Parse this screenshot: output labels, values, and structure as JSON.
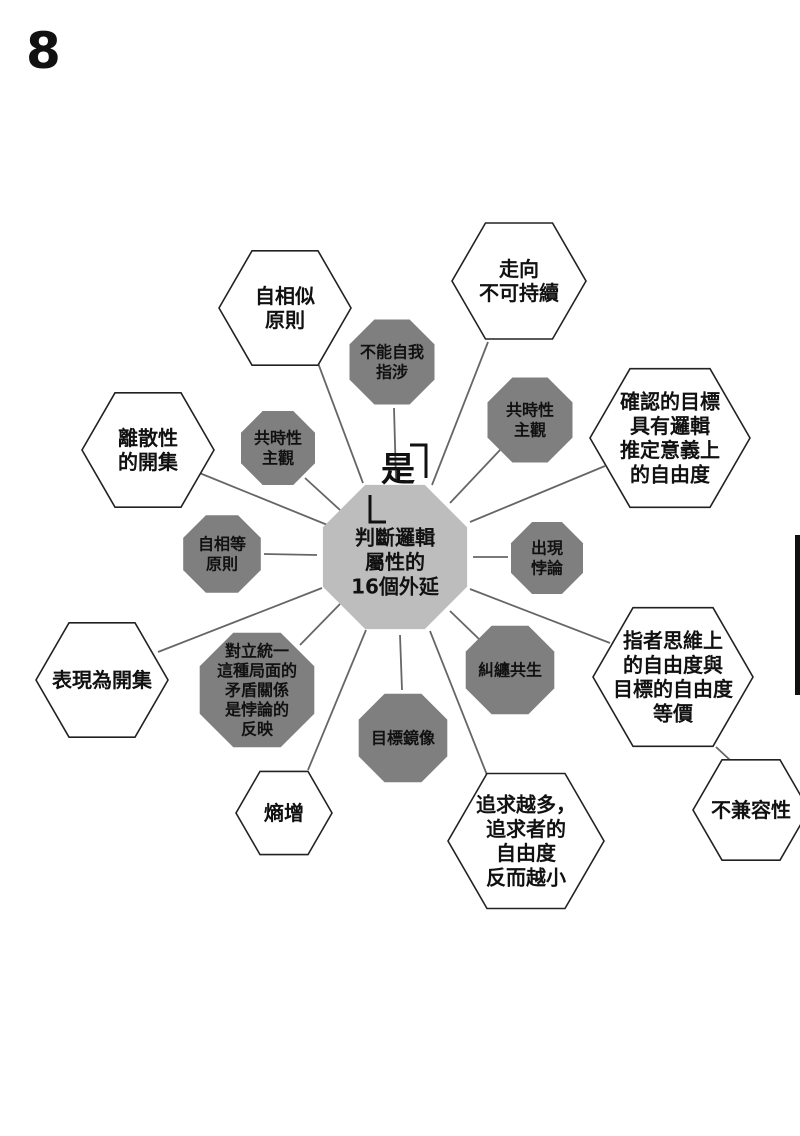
{
  "page_number": "8",
  "center": {
    "quote_char": "是",
    "lines": [
      "判斷邏輯",
      "屬性的",
      "16個外延"
    ]
  },
  "nodes": [
    {
      "id": "zixiangsi",
      "shape": "hexagon",
      "lines": [
        "自相似",
        "原則"
      ]
    },
    {
      "id": "zouxiang",
      "shape": "hexagon",
      "lines": [
        "走向",
        "不可持續"
      ]
    },
    {
      "id": "lisanxing",
      "shape": "hexagon",
      "lines": [
        "離散性",
        "的開集"
      ]
    },
    {
      "id": "queren",
      "shape": "hexagon",
      "lines": [
        "確認的目標",
        "具有邏輯",
        "推定意義上",
        "的自由度"
      ]
    },
    {
      "id": "biaoxian",
      "shape": "hexagon",
      "lines": [
        "表現為開集"
      ]
    },
    {
      "id": "zhizhe",
      "shape": "hexagon",
      "lines": [
        "指者思維上",
        "的自由度與",
        "目標的自由度",
        "等價"
      ]
    },
    {
      "id": "shangzeng",
      "shape": "hexagon",
      "lines": [
        "熵增"
      ]
    },
    {
      "id": "zhuiqiu",
      "shape": "hexagon",
      "lines": [
        "追求越多，",
        "追求者的",
        "自由度",
        "反而越小"
      ]
    },
    {
      "id": "bujianrong",
      "shape": "hexagon",
      "lines": [
        "不兼容性"
      ]
    },
    {
      "id": "buneng",
      "shape": "octagon",
      "lines": [
        "不能自我",
        "指涉"
      ]
    },
    {
      "id": "gongshi-right",
      "shape": "octagon",
      "lines": [
        "共時性",
        "主觀"
      ]
    },
    {
      "id": "gongshi-left",
      "shape": "octagon",
      "lines": [
        "共時性",
        "主觀"
      ]
    },
    {
      "id": "chuxian",
      "shape": "octagon",
      "lines": [
        "出現",
        "悖論"
      ]
    },
    {
      "id": "zixiangdeng",
      "shape": "octagon",
      "lines": [
        "自相等",
        "原則"
      ]
    },
    {
      "id": "jiuchan",
      "shape": "octagon",
      "lines": [
        "糾纏共生"
      ]
    },
    {
      "id": "duili",
      "shape": "octagon",
      "lines": [
        "對立統一",
        "這種局面的",
        "矛盾關係",
        "是悖論的",
        "反映"
      ]
    },
    {
      "id": "mubiao",
      "shape": "octagon",
      "lines": [
        "目標鏡像"
      ]
    }
  ]
}
